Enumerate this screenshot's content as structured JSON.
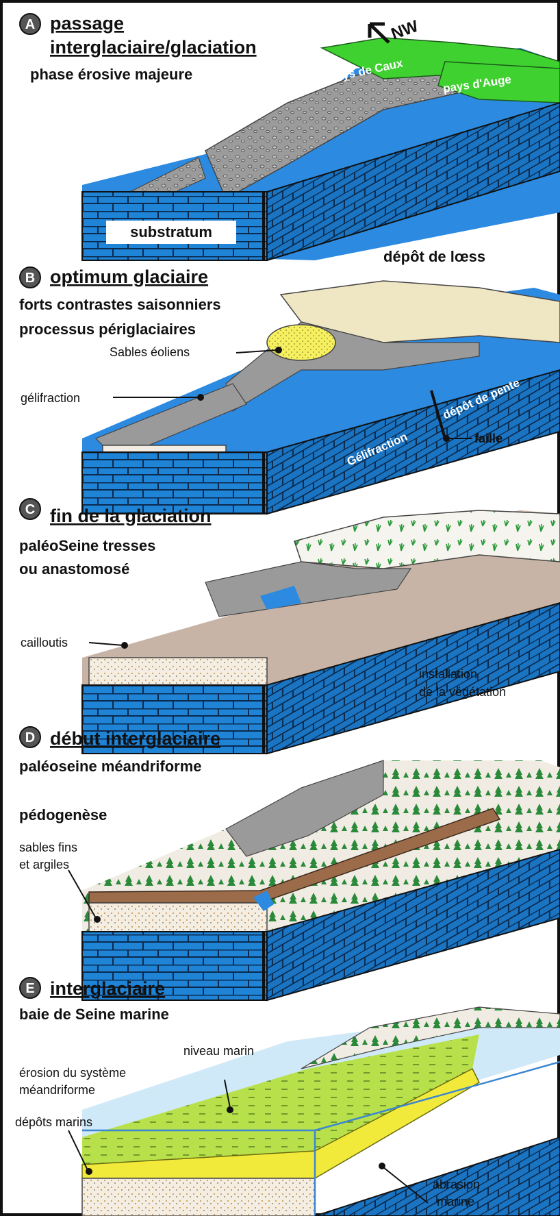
{
  "colors": {
    "brick_blue": "#1f83d6",
    "plateau_green": "#3fd12f",
    "loess": "#efe6c3",
    "slope_grey": "#9a9a9a",
    "valley_blue": "#2c8ae0",
    "sediment": "#f3ece2",
    "marine_green": "#b8e04a",
    "sand_yellow": "#f2ea3a",
    "vegetation_green": "#2a8a3a"
  },
  "panels": [
    {
      "letter": "A",
      "title_lines": [
        "passage",
        "interglaciaire/glaciation"
      ],
      "subtitles": [
        "phase érosive majeure"
      ],
      "labels": {
        "direction": "NW",
        "pays_caux": "pays de Caux",
        "pays_auge": "pays d'Auge",
        "substratum": "substratum"
      }
    },
    {
      "letter": "B",
      "title_lines": [
        "optimum glaciaire"
      ],
      "subtitles": [
        "forts contrastes saisonniers",
        "processus périglaciaires"
      ],
      "labels": {
        "loess": "dépôt de lœss",
        "sables": "Sables éoliens",
        "gelifraction": "gélifraction",
        "gelifraction2": "Gélifraction",
        "depot_pente": "dépôt de pente",
        "faille": "faille"
      }
    },
    {
      "letter": "C",
      "title_lines": [
        "fin de la glaciation"
      ],
      "subtitles": [
        "paléoSeine tresses",
        "ou anastomosé"
      ],
      "labels": {
        "cailloutis": "cailloutis",
        "vegetation_1": "installation",
        "vegetation_2": "de la végétation"
      }
    },
    {
      "letter": "D",
      "title_lines": [
        "début interglaciaire"
      ],
      "subtitles": [
        "paléoseine méandriforme",
        "pédogenèse"
      ],
      "labels": {
        "sables_1": "sables fins",
        "sables_2": "et argiles"
      }
    },
    {
      "letter": "E",
      "title_lines": [
        "interglaciaire"
      ],
      "subtitles": [
        "baie de Seine marine"
      ],
      "labels": {
        "niveau": "niveau marin",
        "erosion_1": "érosion du système",
        "erosion_2": "méandriforme",
        "depots": "dépôts marins",
        "abrasion_1": "abrasion",
        "abrasion_2": "marine"
      }
    }
  ]
}
